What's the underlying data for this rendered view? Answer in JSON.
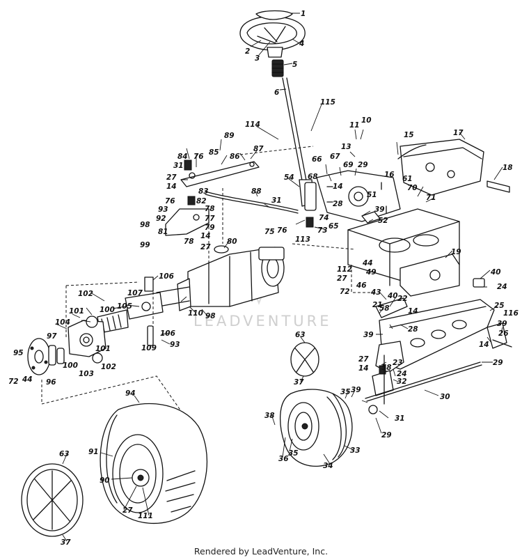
{
  "watermark": {
    "text": "LEADVENTURE"
  },
  "footer": {
    "credit": "Rendered by LeadVenture, Inc."
  },
  "callouts": {
    "steering": [
      "1",
      "2",
      "3",
      "4",
      "5",
      "6",
      "114",
      "115"
    ],
    "frame": [
      "10",
      "11",
      "13",
      "15",
      "16",
      "17",
      "18",
      "19",
      "61",
      "70",
      "71",
      "66",
      "67",
      "68",
      "69",
      "29",
      "14",
      "51",
      "28",
      "54",
      "52",
      "39",
      "65",
      "73",
      "74",
      "113",
      "76",
      "75",
      "44",
      "49",
      "112",
      "27",
      "72",
      "46"
    ],
    "linkage": [
      "84",
      "76",
      "31",
      "27",
      "14",
      "85",
      "86",
      "87",
      "89",
      "83",
      "88",
      "31",
      "76",
      "82",
      "78",
      "93",
      "77",
      "92",
      "79",
      "81",
      "98",
      "99",
      "78",
      "14",
      "27"
    ],
    "rear_axle": [
      "80",
      "106",
      "102",
      "101",
      "100",
      "107",
      "105",
      "104",
      "97",
      "101",
      "100",
      "103",
      "102",
      "110",
      "98",
      "106",
      "109",
      "93",
      "95",
      "72",
      "44",
      "96"
    ],
    "front_axle": [
      "40",
      "24",
      "25",
      "116",
      "26",
      "39",
      "14",
      "29",
      "21",
      "40",
      "22",
      "14",
      "43",
      "58",
      "28",
      "39",
      "23",
      "27",
      "14",
      "24",
      "32",
      "58",
      "30",
      "35",
      "39",
      "31",
      "29",
      "63",
      "37"
    ],
    "wheels": [
      "94",
      "91",
      "90",
      "27",
      "111",
      "63",
      "37",
      "38",
      "36",
      "35",
      "34",
      "33"
    ]
  }
}
